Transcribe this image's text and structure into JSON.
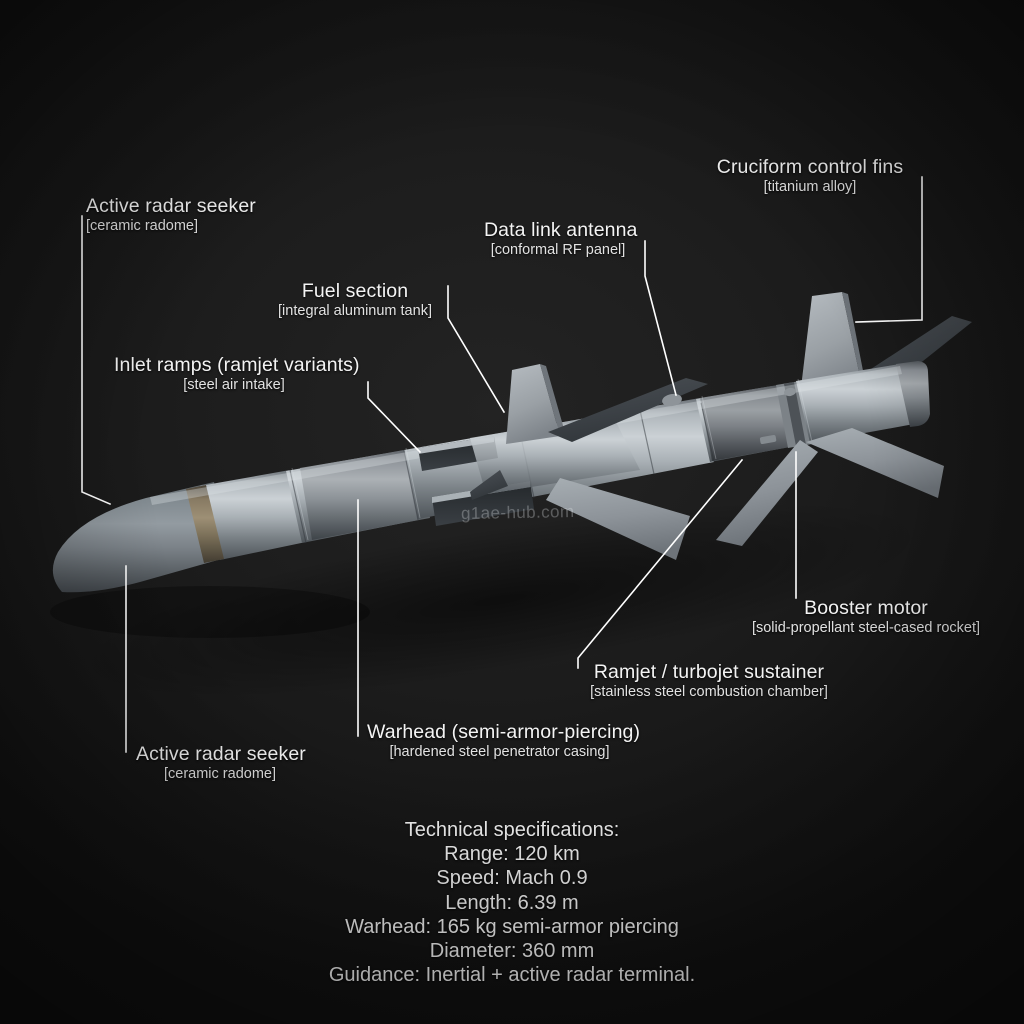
{
  "scene": {
    "background_color": "#1d1d1d",
    "background_edge_color": "#111111",
    "subject": "anti-ship cruise missile",
    "watermark": "g1ae-hub.com"
  },
  "palette": {
    "leader_line": "#ffffff",
    "label_text": "#f4f4f4",
    "sub_text": "#e2e2e2",
    "body_light": "#b9bfc4",
    "body_mid": "#9aa1a7",
    "body_dark": "#6f777d",
    "nose_gray": "#6d7478",
    "bronze_band": "#6d6253",
    "steel_dark": "#5c6064",
    "fin_dark": "#3f4449"
  },
  "callouts": [
    {
      "id": "active-radar-seeker-top",
      "title": "Active radar seeker",
      "subtitle": "[ceramic radome]",
      "align": "left"
    },
    {
      "id": "inlet-ramps",
      "title": "Inlet ramps (ramjet variants)",
      "subtitle": "[steel air intake]",
      "align": "center"
    },
    {
      "id": "fuel-section",
      "title": "Fuel section",
      "subtitle": "[integral aluminum tank]",
      "align": "center"
    },
    {
      "id": "data-link-antenna",
      "title": "Data link antenna",
      "subtitle": "[conformal RF panel]",
      "align": "center"
    },
    {
      "id": "cruciform-control-fins",
      "title": "Cruciform control fins",
      "subtitle": "[titanium alloy]",
      "align": "center"
    },
    {
      "id": "booster-motor",
      "title": "Booster motor",
      "subtitle": "[solid-propellant steel-cased rocket]",
      "align": "center"
    },
    {
      "id": "ramjet-sustainer",
      "title": "Ramjet / turbojet sustainer",
      "subtitle": "[stainless steel combustion chamber]",
      "align": "center"
    },
    {
      "id": "warhead",
      "title": "Warhead (semi-armor-piercing)",
      "subtitle": "[hardened steel penetrator casing]",
      "align": "center"
    },
    {
      "id": "active-radar-seeker-bottom",
      "title": "Active radar seeker",
      "subtitle": "[ceramic radome]",
      "align": "center"
    }
  ],
  "specifications": {
    "heading": "Technical specifications:",
    "lines": [
      "Range: 120 km",
      "Speed: Mach 0.9",
      "Length: 6.39 m",
      "Warhead: 165 kg semi-armor piercing",
      "Diameter: 360 mm",
      "Guidance: Inertial + active radar terminal."
    ]
  }
}
